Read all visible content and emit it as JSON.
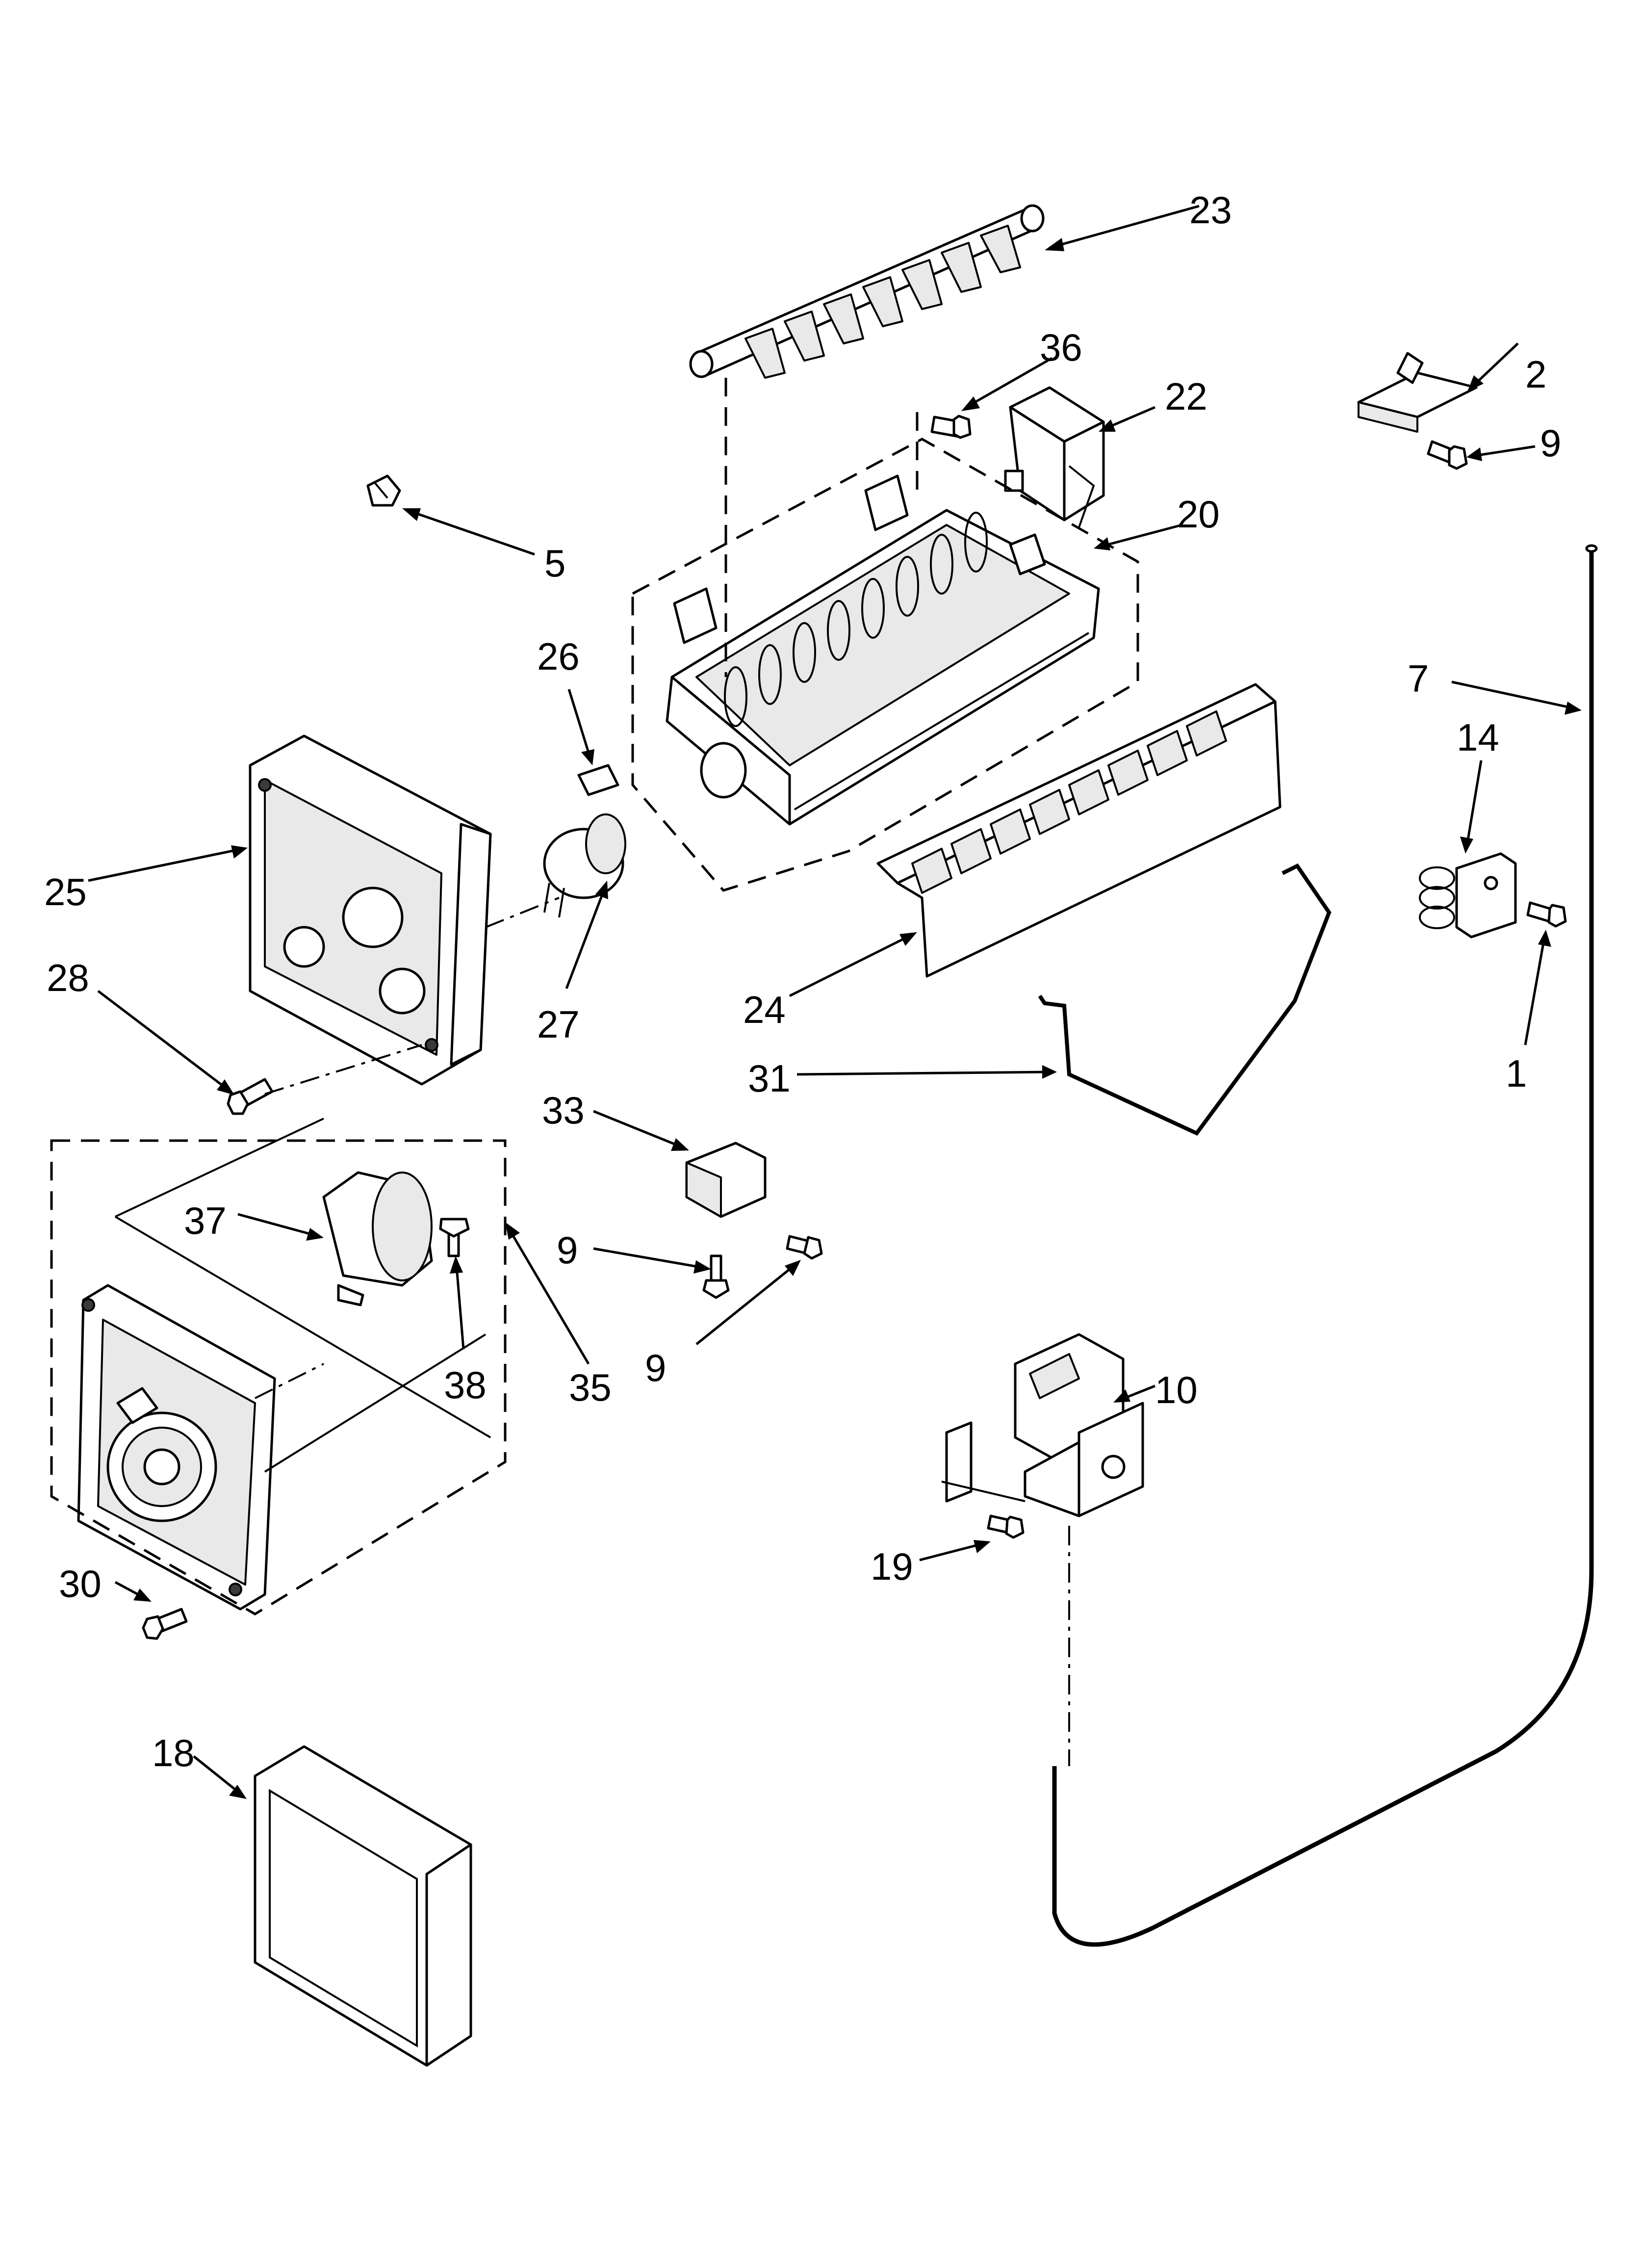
{
  "callouts": [
    {
      "id": "23",
      "text": "23"
    },
    {
      "id": "36",
      "text": "36"
    },
    {
      "id": "22",
      "text": "22"
    },
    {
      "id": "2",
      "text": "2"
    },
    {
      "id": "9a",
      "text": "9"
    },
    {
      "id": "5",
      "text": "5"
    },
    {
      "id": "20",
      "text": "20"
    },
    {
      "id": "7",
      "text": "7"
    },
    {
      "id": "26",
      "text": "26"
    },
    {
      "id": "14",
      "text": "14"
    },
    {
      "id": "25",
      "text": "25"
    },
    {
      "id": "27",
      "text": "27"
    },
    {
      "id": "24",
      "text": "24"
    },
    {
      "id": "28",
      "text": "28"
    },
    {
      "id": "1",
      "text": "1"
    },
    {
      "id": "31",
      "text": "31"
    },
    {
      "id": "33",
      "text": "33"
    },
    {
      "id": "37",
      "text": "37"
    },
    {
      "id": "9b",
      "text": "9"
    },
    {
      "id": "38",
      "text": "38"
    },
    {
      "id": "35",
      "text": "35"
    },
    {
      "id": "9c",
      "text": "9"
    },
    {
      "id": "10",
      "text": "10"
    },
    {
      "id": "19",
      "text": "19"
    },
    {
      "id": "30",
      "text": "30"
    },
    {
      "id": "18",
      "text": "18"
    }
  ]
}
